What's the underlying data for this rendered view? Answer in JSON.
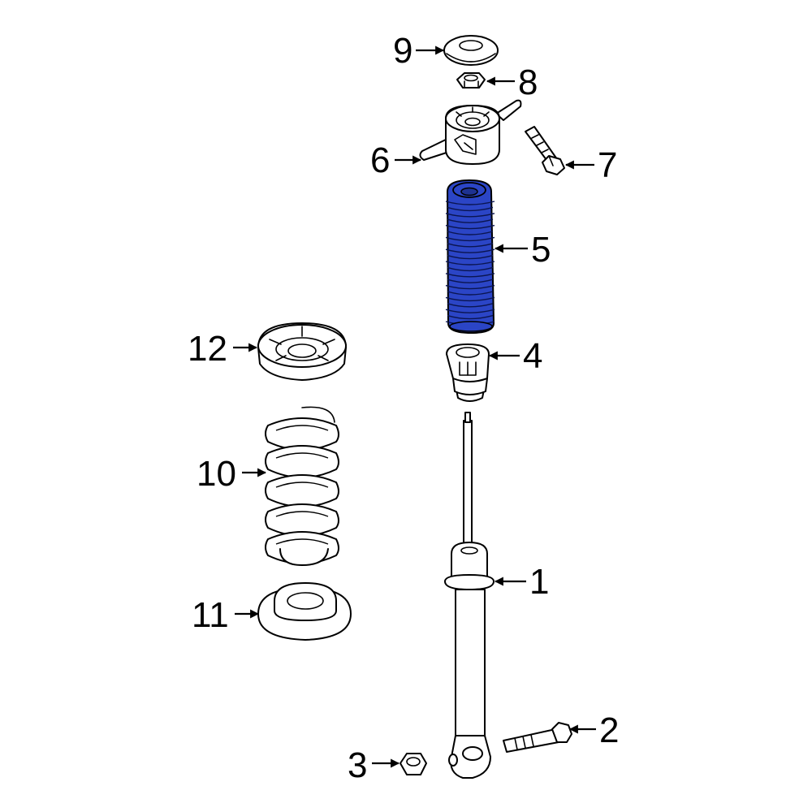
{
  "diagram": {
    "highlight_color": "#2b45c6",
    "line_color": "#000000",
    "background": "#ffffff",
    "callouts": [
      {
        "id": "1",
        "label": "1",
        "part": "shock-absorber"
      },
      {
        "id": "2",
        "label": "2",
        "part": "lower-bolt"
      },
      {
        "id": "3",
        "label": "3",
        "part": "lower-nut"
      },
      {
        "id": "4",
        "label": "4",
        "part": "bump-stop"
      },
      {
        "id": "5",
        "label": "5",
        "part": "dust-boot",
        "highlighted": true
      },
      {
        "id": "6",
        "label": "6",
        "part": "upper-mount"
      },
      {
        "id": "7",
        "label": "7",
        "part": "mount-bolt"
      },
      {
        "id": "8",
        "label": "8",
        "part": "top-nut"
      },
      {
        "id": "9",
        "label": "9",
        "part": "cap"
      },
      {
        "id": "10",
        "label": "10",
        "part": "coil-spring"
      },
      {
        "id": "11",
        "label": "11",
        "part": "lower-spring-seat"
      },
      {
        "id": "12",
        "label": "12",
        "part": "upper-spring-seat"
      }
    ]
  }
}
